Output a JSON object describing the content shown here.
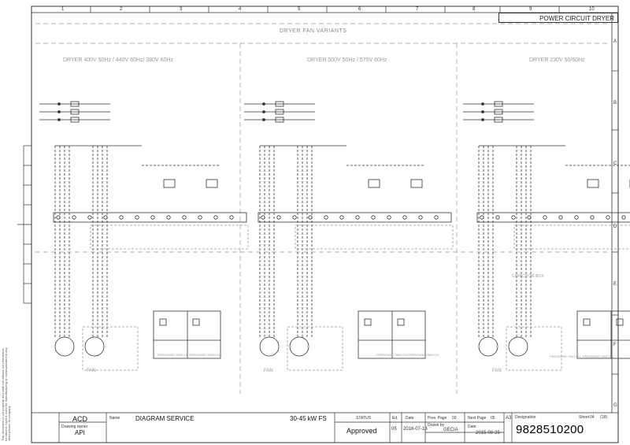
{
  "title_block": {
    "header_title": "POWER CIRCUIT DRYER",
    "code": "ACD",
    "name_label": "Name",
    "name_value": "DIAGRAM SERVICE",
    "model": "30-45 kW FS",
    "status_label": "STATUS",
    "status_value": "Approved",
    "ed_label": "Ed.",
    "ed_value": "05",
    "date_label": "Date",
    "date_value": "2016-07-13",
    "prev_page_label": "Prev. Page",
    "prev_page_value": "03",
    "next_page_label": "Next Page",
    "next_page_value": "05",
    "size": "A3",
    "designation_label": "Designation",
    "designation_value": "9828510200",
    "sheet_label": "Sheet",
    "sheet_value": "04",
    "sheet_total": "(18)",
    "owner_label": "Drawing owner",
    "owner_value": "API",
    "drawn_by_label": "Drawn by",
    "drawn_by_value": "GECIA",
    "drawn_date_label": "Date",
    "drawn_date_value": "2015-08-25"
  },
  "columns": [
    "1",
    "2",
    "3",
    "4",
    "5",
    "6",
    "7",
    "8",
    "9",
    "10"
  ],
  "rows": [
    "A",
    "B",
    "C",
    "D",
    "E",
    "F",
    "G"
  ],
  "section_top": "DRYER FAN VARIANTS",
  "sections": [
    {
      "title": "DRYER 400V 50Hz / 440V 60Hz/ 380V 60Hz"
    },
    {
      "title": "DRYER 500V 50Hz / 575V 60Hz"
    },
    {
      "title": "DRYER 230V 50/60Hz"
    }
  ],
  "fan_label": "FAN",
  "pressure_label": "PRESSURE SWITCH",
  "capacitor_label": "CAPACITOR BOX",
  "side_note": "This document is our property and shall not without our permission be altered, copied, used for manufacturing or communicated to any other person or company."
}
